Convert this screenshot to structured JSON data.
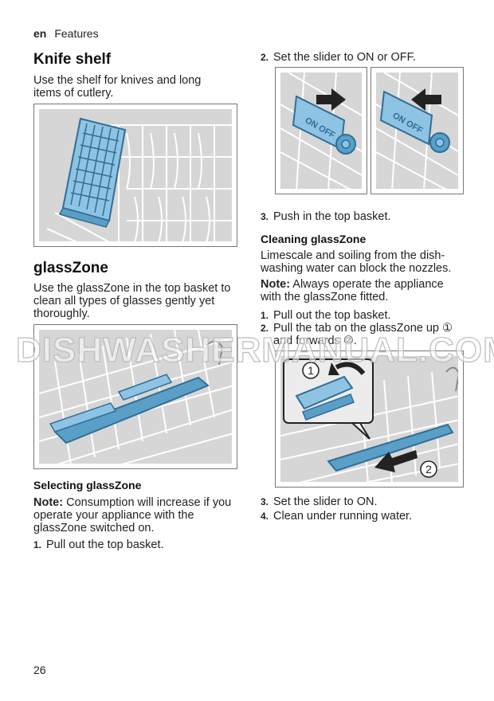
{
  "header": {
    "lang": "en",
    "section": "Features"
  },
  "left": {
    "knife_title": "Knife shelf",
    "knife_text": "Use the shelf for knives and long items of cutlery.",
    "glass_title": "glassZone",
    "glass_text": "Use the glassZone in the top basket to clean all types of glasses gently yet thoroughly.",
    "selecting_title": "Selecting glassZone",
    "selecting_note_label": "Note:",
    "selecting_note_text": " Consumption will increase if you operate your appliance with the glassZone switched on.",
    "step1_num": "1.",
    "step1_text": "Pull out the top basket."
  },
  "right": {
    "step2_num": "2.",
    "step2_text": "Set the slider to ON or OFF.",
    "step3_num": "3.",
    "step3_text": "Push in the top basket.",
    "cleaning_title": "Cleaning glassZone",
    "cleaning_text": "Limescale and soiling from the dish-washing water can block the nozzles.",
    "cleaning_note_label": "Note:",
    "cleaning_note_text": " Always operate the appliance with the glassZone fitted.",
    "c1_num": "1.",
    "c1_text": "Pull out the top basket.",
    "c2_num": "2.",
    "c2_text": "Pull the tab on the glassZone up ① and forwards ②.",
    "c3_num": "3.",
    "c3_text": "Set the slider to ON.",
    "c4_num": "4.",
    "c4_text": "Clean under running water.",
    "slider_label": "ON OFF",
    "callout_1": "1",
    "callout_2": "2"
  },
  "watermark": "DISHWASHERMANUAL.COM",
  "page_number": "26",
  "colors": {
    "part_blue": "#5a9fc8",
    "part_dark": "#2f6e96",
    "rack_grey": "#d9d9d9",
    "arrow": "#222222"
  }
}
